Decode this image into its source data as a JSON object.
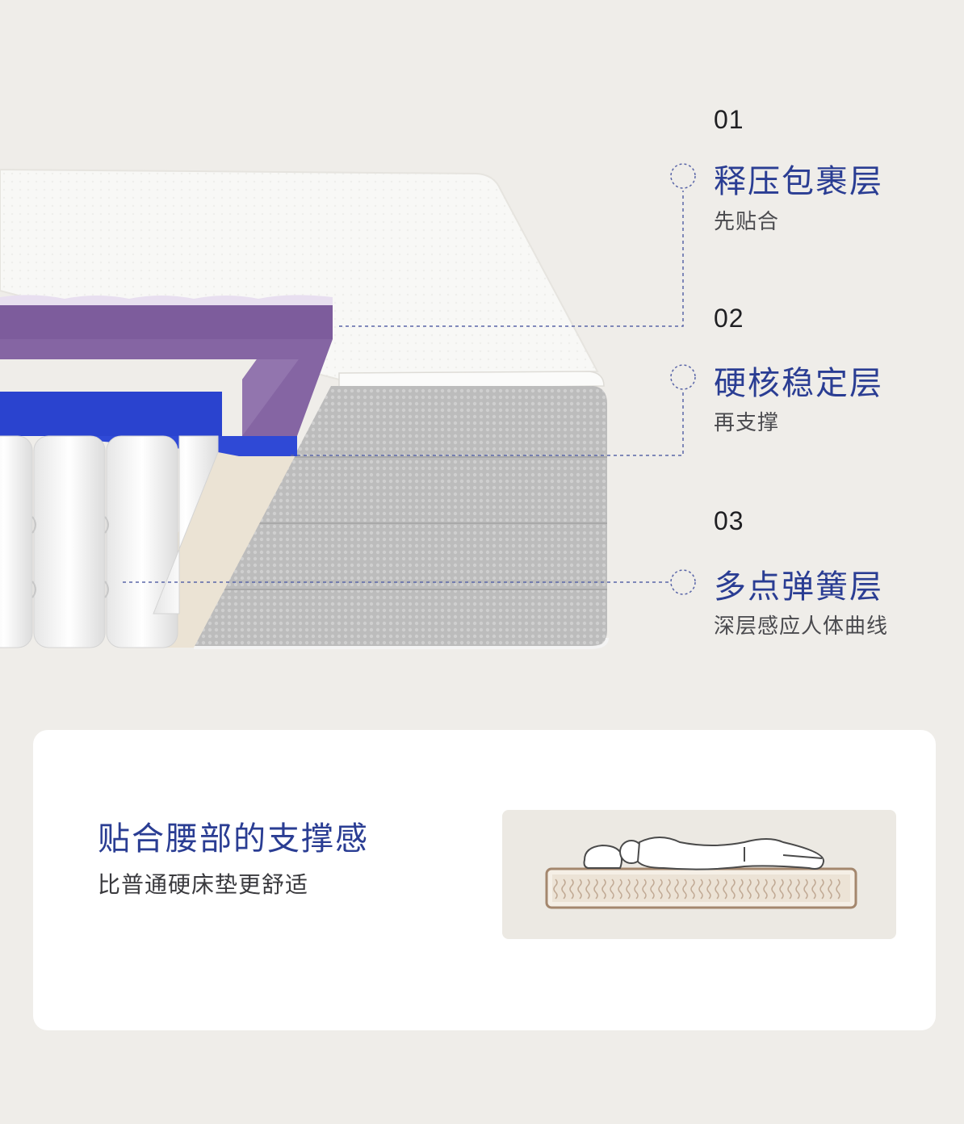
{
  "layers": [
    {
      "number": "01",
      "title": "释压包裹层",
      "desc": "先贴合"
    },
    {
      "number": "02",
      "title": "硬核稳定层",
      "desc": "再支撑"
    },
    {
      "number": "03",
      "title": "多点弹簧层",
      "desc": "深层感应人体曲线"
    }
  ],
  "card": {
    "title": "贴合腰部的支撑感",
    "subtitle": "比普通硬床垫更舒适"
  },
  "colors": {
    "background": "#efede9",
    "accent_blue": "#2a3d93",
    "purple_foam": "#8a6aa6",
    "blue_foam": "#2f49d6",
    "side_fabric": "#bdbdbd",
    "spring_white": "#f7f7f7"
  },
  "icons": [
    "dashed-circle-marker-icon",
    "mattress-cross-section-illustration",
    "sleeper-on-mattress-icon"
  ]
}
